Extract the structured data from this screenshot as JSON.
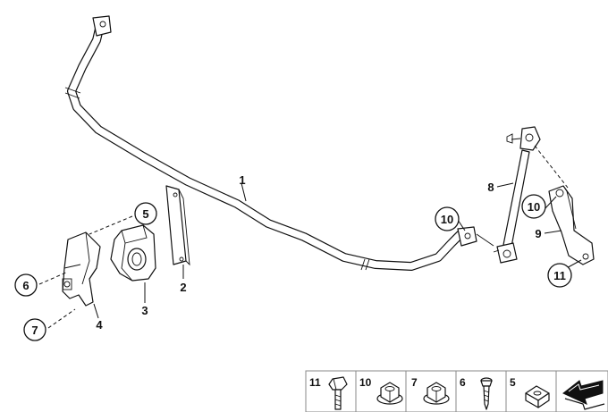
{
  "diagram": {
    "callouts": {
      "c1": "1",
      "c2": "2",
      "c3": "3",
      "c4": "4",
      "c5": "5",
      "c6": "6",
      "c7": "7",
      "c8": "8",
      "c9": "9",
      "c10a": "10",
      "c10b": "10",
      "c11": "11"
    },
    "strip": {
      "items": [
        {
          "number": "11",
          "icon": "hex-bolt-icon"
        },
        {
          "number": "10",
          "icon": "flange-nut-icon"
        },
        {
          "number": "7",
          "icon": "flange-nut-icon"
        },
        {
          "number": "6",
          "icon": "screw-icon"
        },
        {
          "number": "5",
          "icon": "square-nut-icon"
        }
      ],
      "corner_icon": "arrow-icon"
    }
  }
}
